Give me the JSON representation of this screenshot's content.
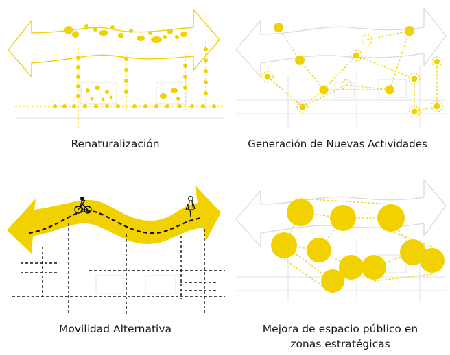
{
  "panels": {
    "top_left": {
      "caption": "Renaturalización"
    },
    "top_right": {
      "caption": "Generación de Nuevas Actividades"
    },
    "bottom_left": {
      "caption": "Movilidad Alternativa"
    },
    "bottom_right": {
      "caption_line1": "Mejora de espacio público en",
      "caption_line2": "zonas estratégicas"
    }
  },
  "colors": {
    "yellow": "#f2d100",
    "yellow_light": "#f7e04d",
    "outline_grey": "#d6d6d6",
    "ink": "#1a1a1a"
  },
  "icons": [
    "bicycle-icon",
    "pedestrian-icon"
  ]
}
